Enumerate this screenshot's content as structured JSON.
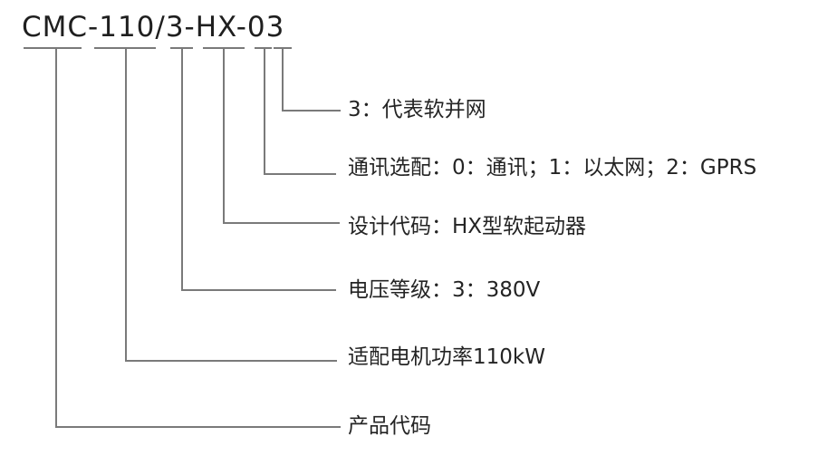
{
  "diagram": {
    "code": "CMC-110/3-HX-03",
    "callouts": [
      {
        "segment": "3",
        "label": "3：代表软并网"
      },
      {
        "segment": "0",
        "label": "通讯选配：0：通讯；1：以太网；2：GPRS"
      },
      {
        "segment": "HX",
        "label": "设计代码：HX型软起动器"
      },
      {
        "segment": "3",
        "label": "电压等级：3：380V"
      },
      {
        "segment": "110",
        "label": "适配电机功率110kW"
      },
      {
        "segment": "CMC",
        "label": "产品代码"
      }
    ],
    "colors": {
      "line": "#7a7a7a",
      "text": "#242424",
      "code_text": "#1f1f1f",
      "background": "#ffffff"
    }
  }
}
